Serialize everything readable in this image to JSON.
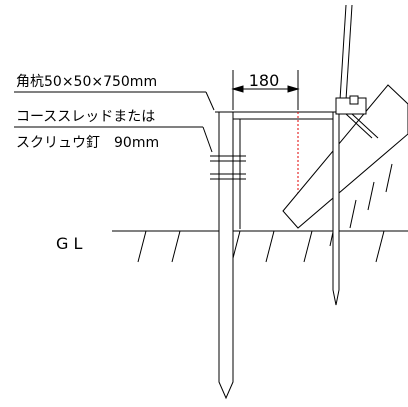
{
  "labels": {
    "stake": "角杭50×50×750mm",
    "screw_line1": "コーススレッドまたは",
    "screw_line2": "スクリュウ釘　90mm",
    "dimension": "180",
    "ground_line": "G L"
  }
}
